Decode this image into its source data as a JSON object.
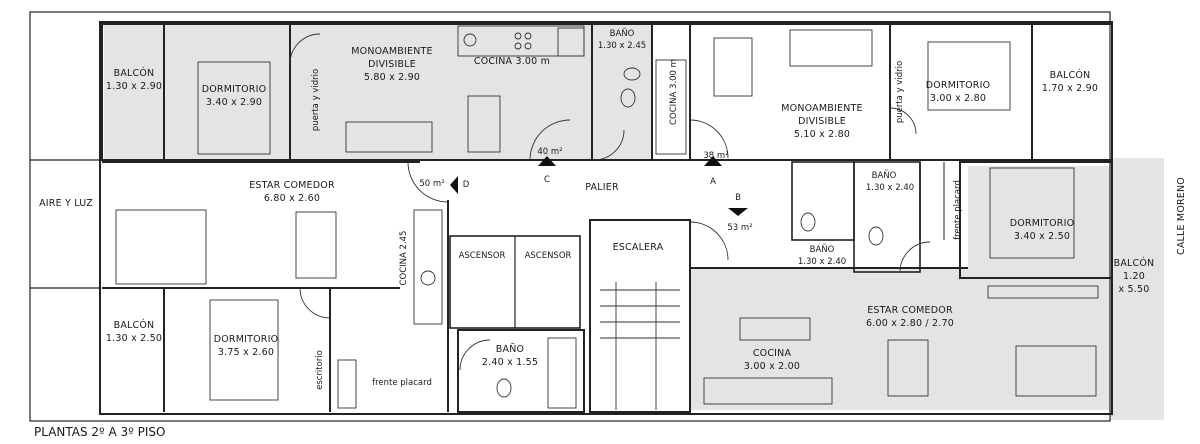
{
  "title": "PLANTAS 2º A 3º PISO",
  "street": "CALLE MORENO",
  "aire_luz": "AIRE Y LUZ",
  "palier": "PALIER",
  "escalera": "ESCALERA",
  "ascensor_1": "ASCENSOR",
  "ascensor_2": "ASCENSOR",
  "units": {
    "C": {
      "letter": "C",
      "area": "40 m²",
      "balcon": {
        "name": "BALCÓN",
        "dims": "1.30 x 2.90"
      },
      "dormitorio": {
        "name": "DORMITORIO",
        "dims": "3.40 x 2.90"
      },
      "monoambiente": {
        "name": "MONOAMBIENTE",
        "sub": "DIVISIBLE",
        "dims": "5.80 x 2.90"
      },
      "cocina": "COCINA 3.00 m",
      "bano": {
        "name": "BAÑO",
        "dims": "1.30 x 2.45"
      },
      "puerta": "puerta y vidrio"
    },
    "A": {
      "letter": "A",
      "area": "38 m²",
      "cocina": "COCINA 3.00 m",
      "monoambiente": {
        "name": "MONOAMBIENTE",
        "sub": "DIVISIBLE",
        "dims": "5.10 x 2.80"
      },
      "dormitorio": {
        "name": "DORMITORIO",
        "dims": "3.00 x 2.80"
      },
      "balcon": {
        "name": "BALCÓN",
        "dims": "1.70 x 2.90"
      },
      "puerta": "puerta y vidrio"
    },
    "D": {
      "letter": "D",
      "area": "50 m²",
      "estar": {
        "name": "ESTAR COMEDOR",
        "dims": "6.80 x 2.60"
      },
      "cocina": "COCINA 2.45",
      "balcon": {
        "name": "BALCÓN",
        "dims": "1.30 x 2.50"
      },
      "dormitorio": {
        "name": "DORMITORIO",
        "dims": "3.75 x 2.60"
      },
      "bano": {
        "name": "BAÑO",
        "dims": "2.40 x 1.55"
      },
      "escritorio": "escritorio",
      "placard": "frente placard"
    },
    "B": {
      "letter": "B",
      "area": "53 m²",
      "bano1": {
        "name": "BAÑO",
        "dims": "1.30 x 2.40"
      },
      "bano2": {
        "name": "BAÑO",
        "dims": "1.30 x 2.40"
      },
      "dormitorio": {
        "name": "DORMITORIO",
        "dims": "3.40 x 2.50"
      },
      "balcon": {
        "name": "BALCÓN",
        "dims1": "1.20",
        "dims2": "x 5.50"
      },
      "estar": {
        "name": "ESTAR COMEDOR",
        "dims": "6.00 x 2.80 / 2.70"
      },
      "cocina": {
        "name": "COCINA",
        "dims": "3.00 x 2.00"
      },
      "placard": "frente placard"
    }
  }
}
